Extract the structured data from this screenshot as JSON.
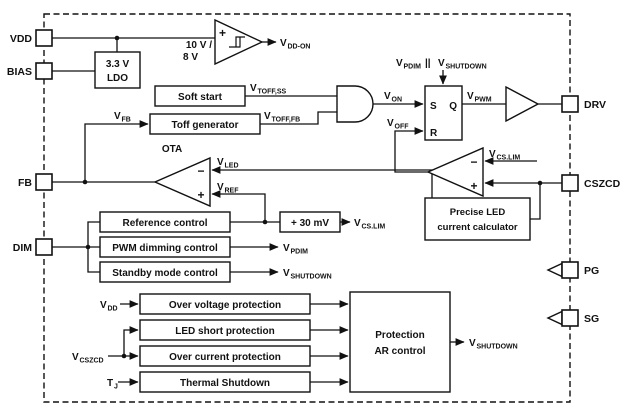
{
  "colors": {
    "line": "#111111",
    "background": "#ffffff"
  },
  "pins": {
    "vdd": "VDD",
    "bias": "BIAS",
    "fb": "FB",
    "dim": "DIM",
    "drv": "DRV",
    "cszcd": "CSZCD",
    "pg": "PG",
    "sg": "SG"
  },
  "blocks": {
    "ldo_line1": "3.3 V",
    "ldo_line2": "LDO",
    "soft_start": "Soft start",
    "toff_generator": "Toff generator",
    "reference_control": "Reference control",
    "pwm_dimming_control": "PWM dimming control",
    "standby_mode_control": "Standby mode control",
    "offset_30mv": "+ 30 mV",
    "precise_led_line1": "Precise LED",
    "precise_led_line2": "current calculator",
    "over_voltage_protection": "Over voltage protection",
    "led_short_protection": "LED short protection",
    "over_current_protection": "Over current protection",
    "thermal_shutdown": "Thermal Shutdown",
    "protection_line1": "Protection",
    "protection_line2": "AR control"
  },
  "latch": {
    "s": "S",
    "q": "Q",
    "r": "R"
  },
  "symbols": {
    "plus": "+",
    "minus": "−",
    "ota": "OTA",
    "parallel": "||"
  },
  "signals": {
    "threshold_line1": "10 V /",
    "threshold_line2": "8 V",
    "vdd_on": {
      "v": "V",
      "sub": "DD-ON"
    },
    "vtoff_ss": {
      "v": "V",
      "sub": "TOFF,SS"
    },
    "vtoff_fb": {
      "v": "V",
      "sub": "TOFF,FB"
    },
    "vfb": {
      "v": "V",
      "sub": "FB"
    },
    "von": {
      "v": "V",
      "sub": "ON"
    },
    "vpwm": {
      "v": "V",
      "sub": "PWM"
    },
    "voff": {
      "v": "V",
      "sub": "OFF"
    },
    "vpdim_gate": {
      "v": "V",
      "sub": "PDIM"
    },
    "vshutdown_gate": {
      "v": "V",
      "sub": "SHUTDOWN"
    },
    "vled": {
      "v": "V",
      "sub": "LED"
    },
    "vref": {
      "v": "V",
      "sub": "REF"
    },
    "vcslim_comp": {
      "v": "V",
      "sub": "CS.LIM"
    },
    "vcslim_out": {
      "v": "V",
      "sub": "CS.LIM"
    },
    "vpdim_out": {
      "v": "V",
      "sub": "PDIM"
    },
    "vshutdown_out": {
      "v": "V",
      "sub": "SHUTDOWN"
    },
    "vdd_net": {
      "v": "V",
      "sub": "DD"
    },
    "vcszcd_net": {
      "v": "V",
      "sub": "CSZCD"
    },
    "tj_net": {
      "v": "T",
      "sub": "J"
    },
    "vshutdown_final": {
      "v": "V",
      "sub": "SHUTDOWN"
    }
  }
}
